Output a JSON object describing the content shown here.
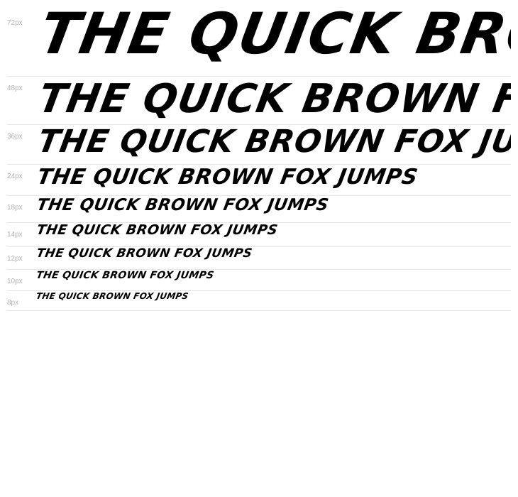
{
  "rows": [
    {
      "size_label": "72px",
      "text": "THE QUICK BROWN FOX JUMPS"
    },
    {
      "size_label": "48px",
      "text": "THE QUICK BROWN FOX JUMPS"
    },
    {
      "size_label": "36px",
      "text": "THE QUICK BROWN FOX JUMPS"
    },
    {
      "size_label": "24px",
      "text": "THE QUICK BROWN FOX JUMPS"
    },
    {
      "size_label": "18px",
      "text": "THE QUICK BROWN FOX JUMPS"
    },
    {
      "size_label": "14px",
      "text": "THE QUICK BROWN FOX JUMPS"
    },
    {
      "size_label": "12px",
      "text": "THE QUICK BROWN FOX JUMPS"
    },
    {
      "size_label": "10px",
      "text": "THE QUICK BROWN FOX JUMPS"
    },
    {
      "size_label": "8px",
      "text": "THE QUICK BROWN FOX JUMPS"
    }
  ]
}
